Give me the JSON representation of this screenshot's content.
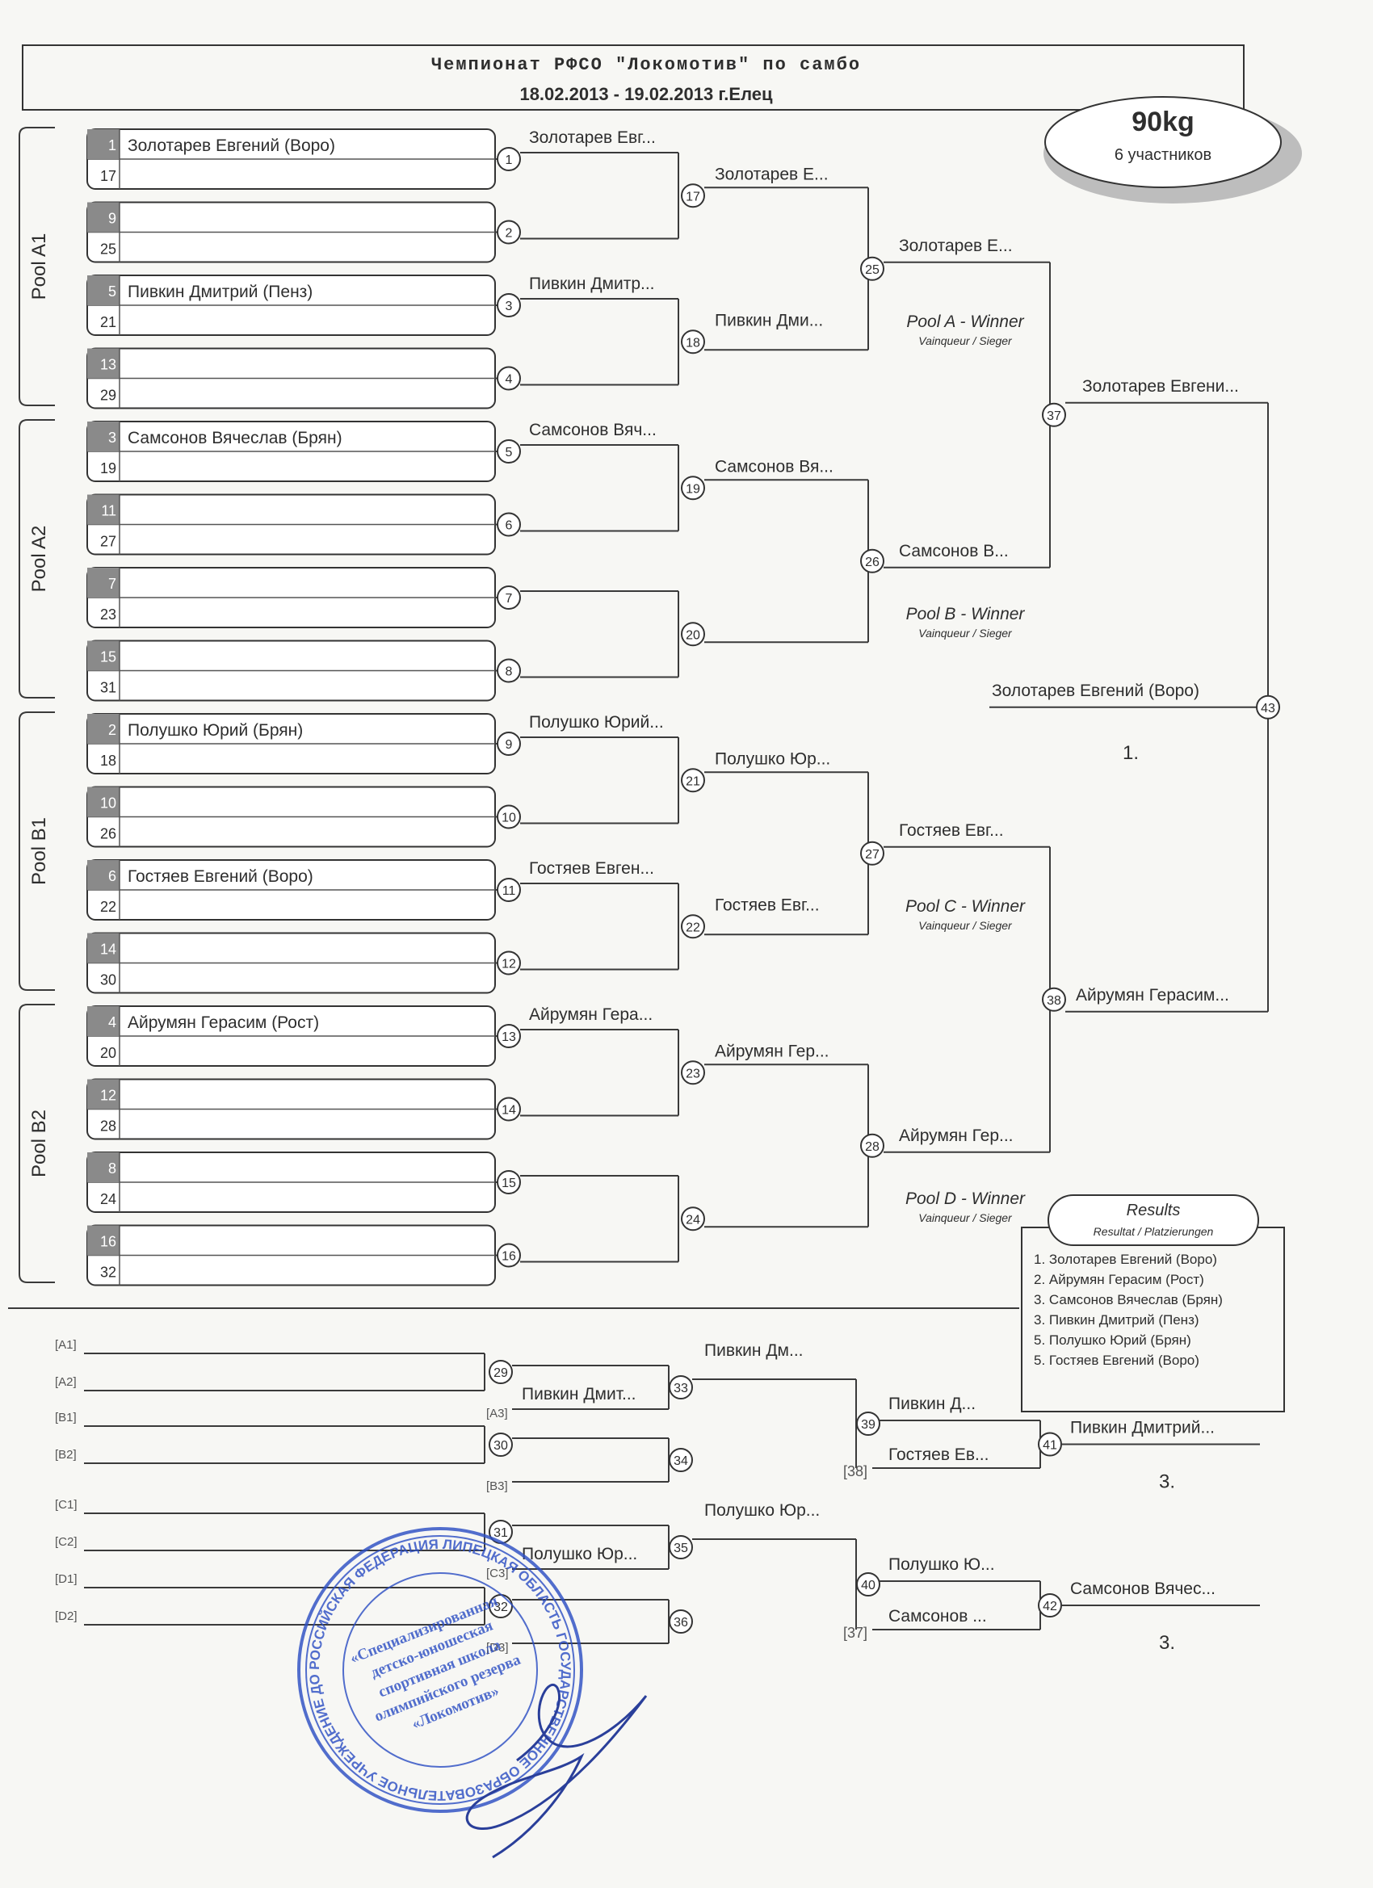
{
  "header": {
    "title": "Чемпионат РФСО \"Локомотив\" по самбо",
    "dates": "18.02.2013 - 19.02.2013 г.Елец",
    "weight": "90kg",
    "participants": "6 участников"
  },
  "pools": [
    "Pool A1",
    "Pool A2",
    "Pool B1",
    "Pool B2"
  ],
  "slots": [
    {
      "seed": "1",
      "name": "Золотарев Евгений (Воро)",
      "sub": "17"
    },
    {
      "seed": "9",
      "name": "",
      "sub": "25"
    },
    {
      "seed": "5",
      "name": "Пивкин Дмитрий (Пенз)",
      "sub": "21"
    },
    {
      "seed": "13",
      "name": "",
      "sub": "29"
    },
    {
      "seed": "3",
      "name": "Самсонов Вячеслав (Брян)",
      "sub": "19"
    },
    {
      "seed": "11",
      "name": "",
      "sub": "27"
    },
    {
      "seed": "7",
      "name": "",
      "sub": "23"
    },
    {
      "seed": "15",
      "name": "",
      "sub": "31"
    },
    {
      "seed": "2",
      "name": "Полушко Юрий (Брян)",
      "sub": "18"
    },
    {
      "seed": "10",
      "name": "",
      "sub": "26"
    },
    {
      "seed": "6",
      "name": "Гостяев Евгений (Воро)",
      "sub": "22"
    },
    {
      "seed": "14",
      "name": "",
      "sub": "30"
    },
    {
      "seed": "4",
      "name": "Айрумян Герасим (Рост)",
      "sub": "20"
    },
    {
      "seed": "12",
      "name": "",
      "sub": "28"
    },
    {
      "seed": "8",
      "name": "",
      "sub": "24"
    },
    {
      "seed": "16",
      "name": "",
      "sub": "32"
    }
  ],
  "round1": [
    {
      "num": "1",
      "winner": "Золотарев Евг..."
    },
    {
      "num": "2",
      "winner": ""
    },
    {
      "num": "3",
      "winner": "Пивкин Дмитр..."
    },
    {
      "num": "4",
      "winner": ""
    },
    {
      "num": "5",
      "winner": "Самсонов Вяч..."
    },
    {
      "num": "6",
      "winner": ""
    },
    {
      "num": "7",
      "winner": ""
    },
    {
      "num": "8",
      "winner": ""
    },
    {
      "num": "9",
      "winner": "Полушко Юрий..."
    },
    {
      "num": "10",
      "winner": ""
    },
    {
      "num": "11",
      "winner": "Гостяев Евген..."
    },
    {
      "num": "12",
      "winner": ""
    },
    {
      "num": "13",
      "winner": "Айрумян Гера..."
    },
    {
      "num": "14",
      "winner": ""
    },
    {
      "num": "15",
      "winner": ""
    },
    {
      "num": "16",
      "winner": ""
    }
  ],
  "round2": [
    {
      "num": "17",
      "winner": "Золотарев Е..."
    },
    {
      "num": "18",
      "winner": "Пивкин Дми..."
    },
    {
      "num": "19",
      "winner": "Самсонов Вя..."
    },
    {
      "num": "20",
      "winner": ""
    },
    {
      "num": "21",
      "winner": "Полушко Юр..."
    },
    {
      "num": "22",
      "winner": "Гостяев Евг..."
    },
    {
      "num": "23",
      "winner": "Айрумян Гер..."
    },
    {
      "num": "24",
      "winner": ""
    }
  ],
  "round3": [
    {
      "num": "25",
      "winner": "Золотарев Е...",
      "pool": "Pool A - Winner"
    },
    {
      "num": "26",
      "winner": "Самсонов В...",
      "pool": "Pool B - Winner"
    },
    {
      "num": "27",
      "winner": "Гостяев Евг...",
      "pool": "Pool C - Winner"
    },
    {
      "num": "28",
      "winner": "Айрумян Гер...",
      "pool": "Pool D - Winner"
    }
  ],
  "winner_sub": "Vainqueur / Sieger",
  "semis": [
    {
      "num": "37",
      "winner": "Золотарев Евгени..."
    },
    {
      "num": "38",
      "winner": "Айрумян Герасим..."
    }
  ],
  "final": {
    "num": "43",
    "winner": "Золотарев Евгений (Воро)",
    "place": "1."
  },
  "results": {
    "title": "Results",
    "subtitle": "Resultat / Platzierungen",
    "items": [
      "1. Золотарев Евгений (Воро)",
      "2. Айрумян Герасим (Рост)",
      "3. Самсонов Вячеслав (Брян)",
      "3. Пивкин Дмитрий (Пенз)",
      "5. Полушко Юрий (Брян)",
      "5. Гостяев Евгений (Воро)"
    ]
  },
  "repechage": {
    "labels": [
      "[A1]",
      "[A2]",
      "[B1]",
      "[B2]",
      "[C1]",
      "[C2]",
      "[D1]",
      "[D2]"
    ],
    "rep1": [
      "29",
      "30",
      "31",
      "32"
    ],
    "rep2": [
      {
        "num": "33",
        "tag": "[A3]",
        "entry": "Пивкин Дмит...",
        "winner": "Пивкин Дм..."
      },
      {
        "num": "34",
        "tag": "[B3]",
        "entry": "",
        "winner": ""
      },
      {
        "num": "35",
        "tag": "[C3]",
        "entry": "Полушко Юр...",
        "winner": "Полушко Юр..."
      },
      {
        "num": "36",
        "tag": "[D3]",
        "entry": "",
        "winner": ""
      }
    ],
    "rep3": [
      {
        "num": "39",
        "tag": "[38]",
        "entry": "Гостяев Ев...",
        "winner": "Пивкин Д..."
      },
      {
        "num": "40",
        "tag": "[37]",
        "entry": "Самсонов ...",
        "winner": "Полушко Ю..."
      }
    ],
    "bronze": [
      {
        "num": "41",
        "winner": "Пивкин Дмитрий...",
        "place": "3."
      },
      {
        "num": "42",
        "winner": "Самсонов Вячес...",
        "place": "3."
      }
    ]
  },
  "stamp": {
    "outer": "РОССИЙСКАЯ ФЕДЕРАЦИЯ ЛИПЕЦКАЯ ОБЛАСТЬ ГОСУДАРСТВЕННОЕ ОБРАЗОВАТЕЛЬНОЕ УЧРЕЖДЕНИЕ ДОПОЛНИТЕЛЬНОГО ОБРАЗОВАНИЯ",
    "center": [
      "«Специализированная",
      "детско-юношеская",
      "спортивная школа",
      "олимпийского резерва",
      "«Локомотив»"
    ]
  },
  "colors": {
    "ink": "#2e2e2e",
    "seedbox": "#8a8a8a",
    "stamp": "#2d4fc4",
    "signature": "#2a3f9a",
    "shadow": "#bdbdbd"
  }
}
